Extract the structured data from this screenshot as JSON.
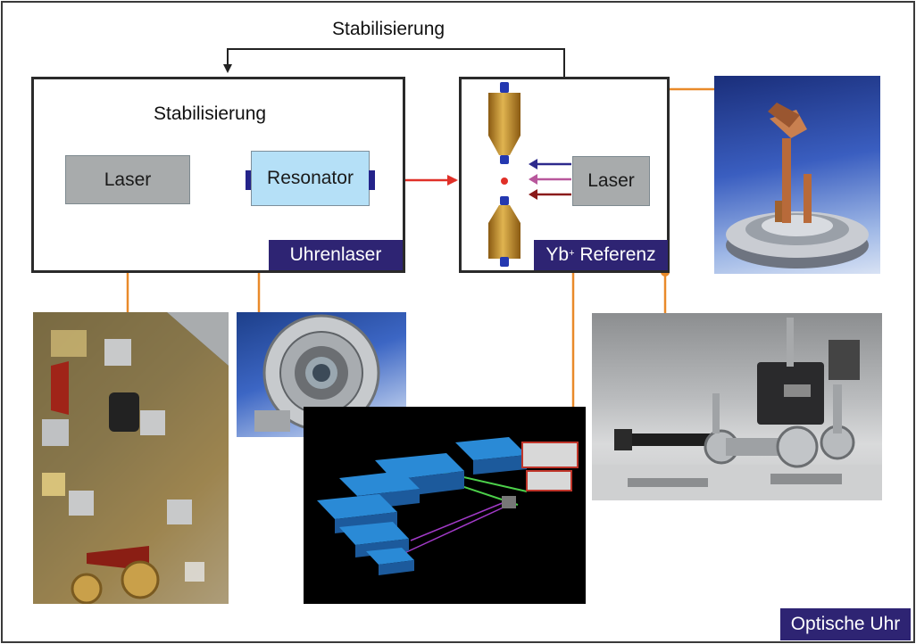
{
  "outer_feedback_label": "Stabilisierung",
  "inner_feedback_label": "Stabilisierung",
  "clock_laser_box": {
    "laser_label": "Laser",
    "resonator_label": "Resonator",
    "tag": "Uhrenlaser"
  },
  "reference_box": {
    "laser_label": "Laser",
    "ion_symbol": "Yb",
    "ion_charge": "+",
    "tag_rest": " Referenz"
  },
  "corner_tag": "Optische Uhr",
  "colors": {
    "tag_bg": "#2e2473",
    "box_gray": "#a8abac",
    "box_lightblue": "#b5e0f7",
    "connector_orange": "#e98a2a",
    "beam_red": "#e03028",
    "electrode_gold": "#c8922a",
    "electrode_blue": "#2438b0"
  },
  "photos": [
    {
      "id": "ion-trap",
      "icon": "ion-trap-photo"
    },
    {
      "id": "vacuum-chamber",
      "icon": "vacuum-chamber-photo"
    },
    {
      "id": "laser-circuit-board",
      "icon": "circuit-board-photo"
    },
    {
      "id": "resonator-cavity",
      "icon": "resonator-flange-photo"
    },
    {
      "id": "laser-system",
      "icon": "laser-modules-photo"
    }
  ]
}
